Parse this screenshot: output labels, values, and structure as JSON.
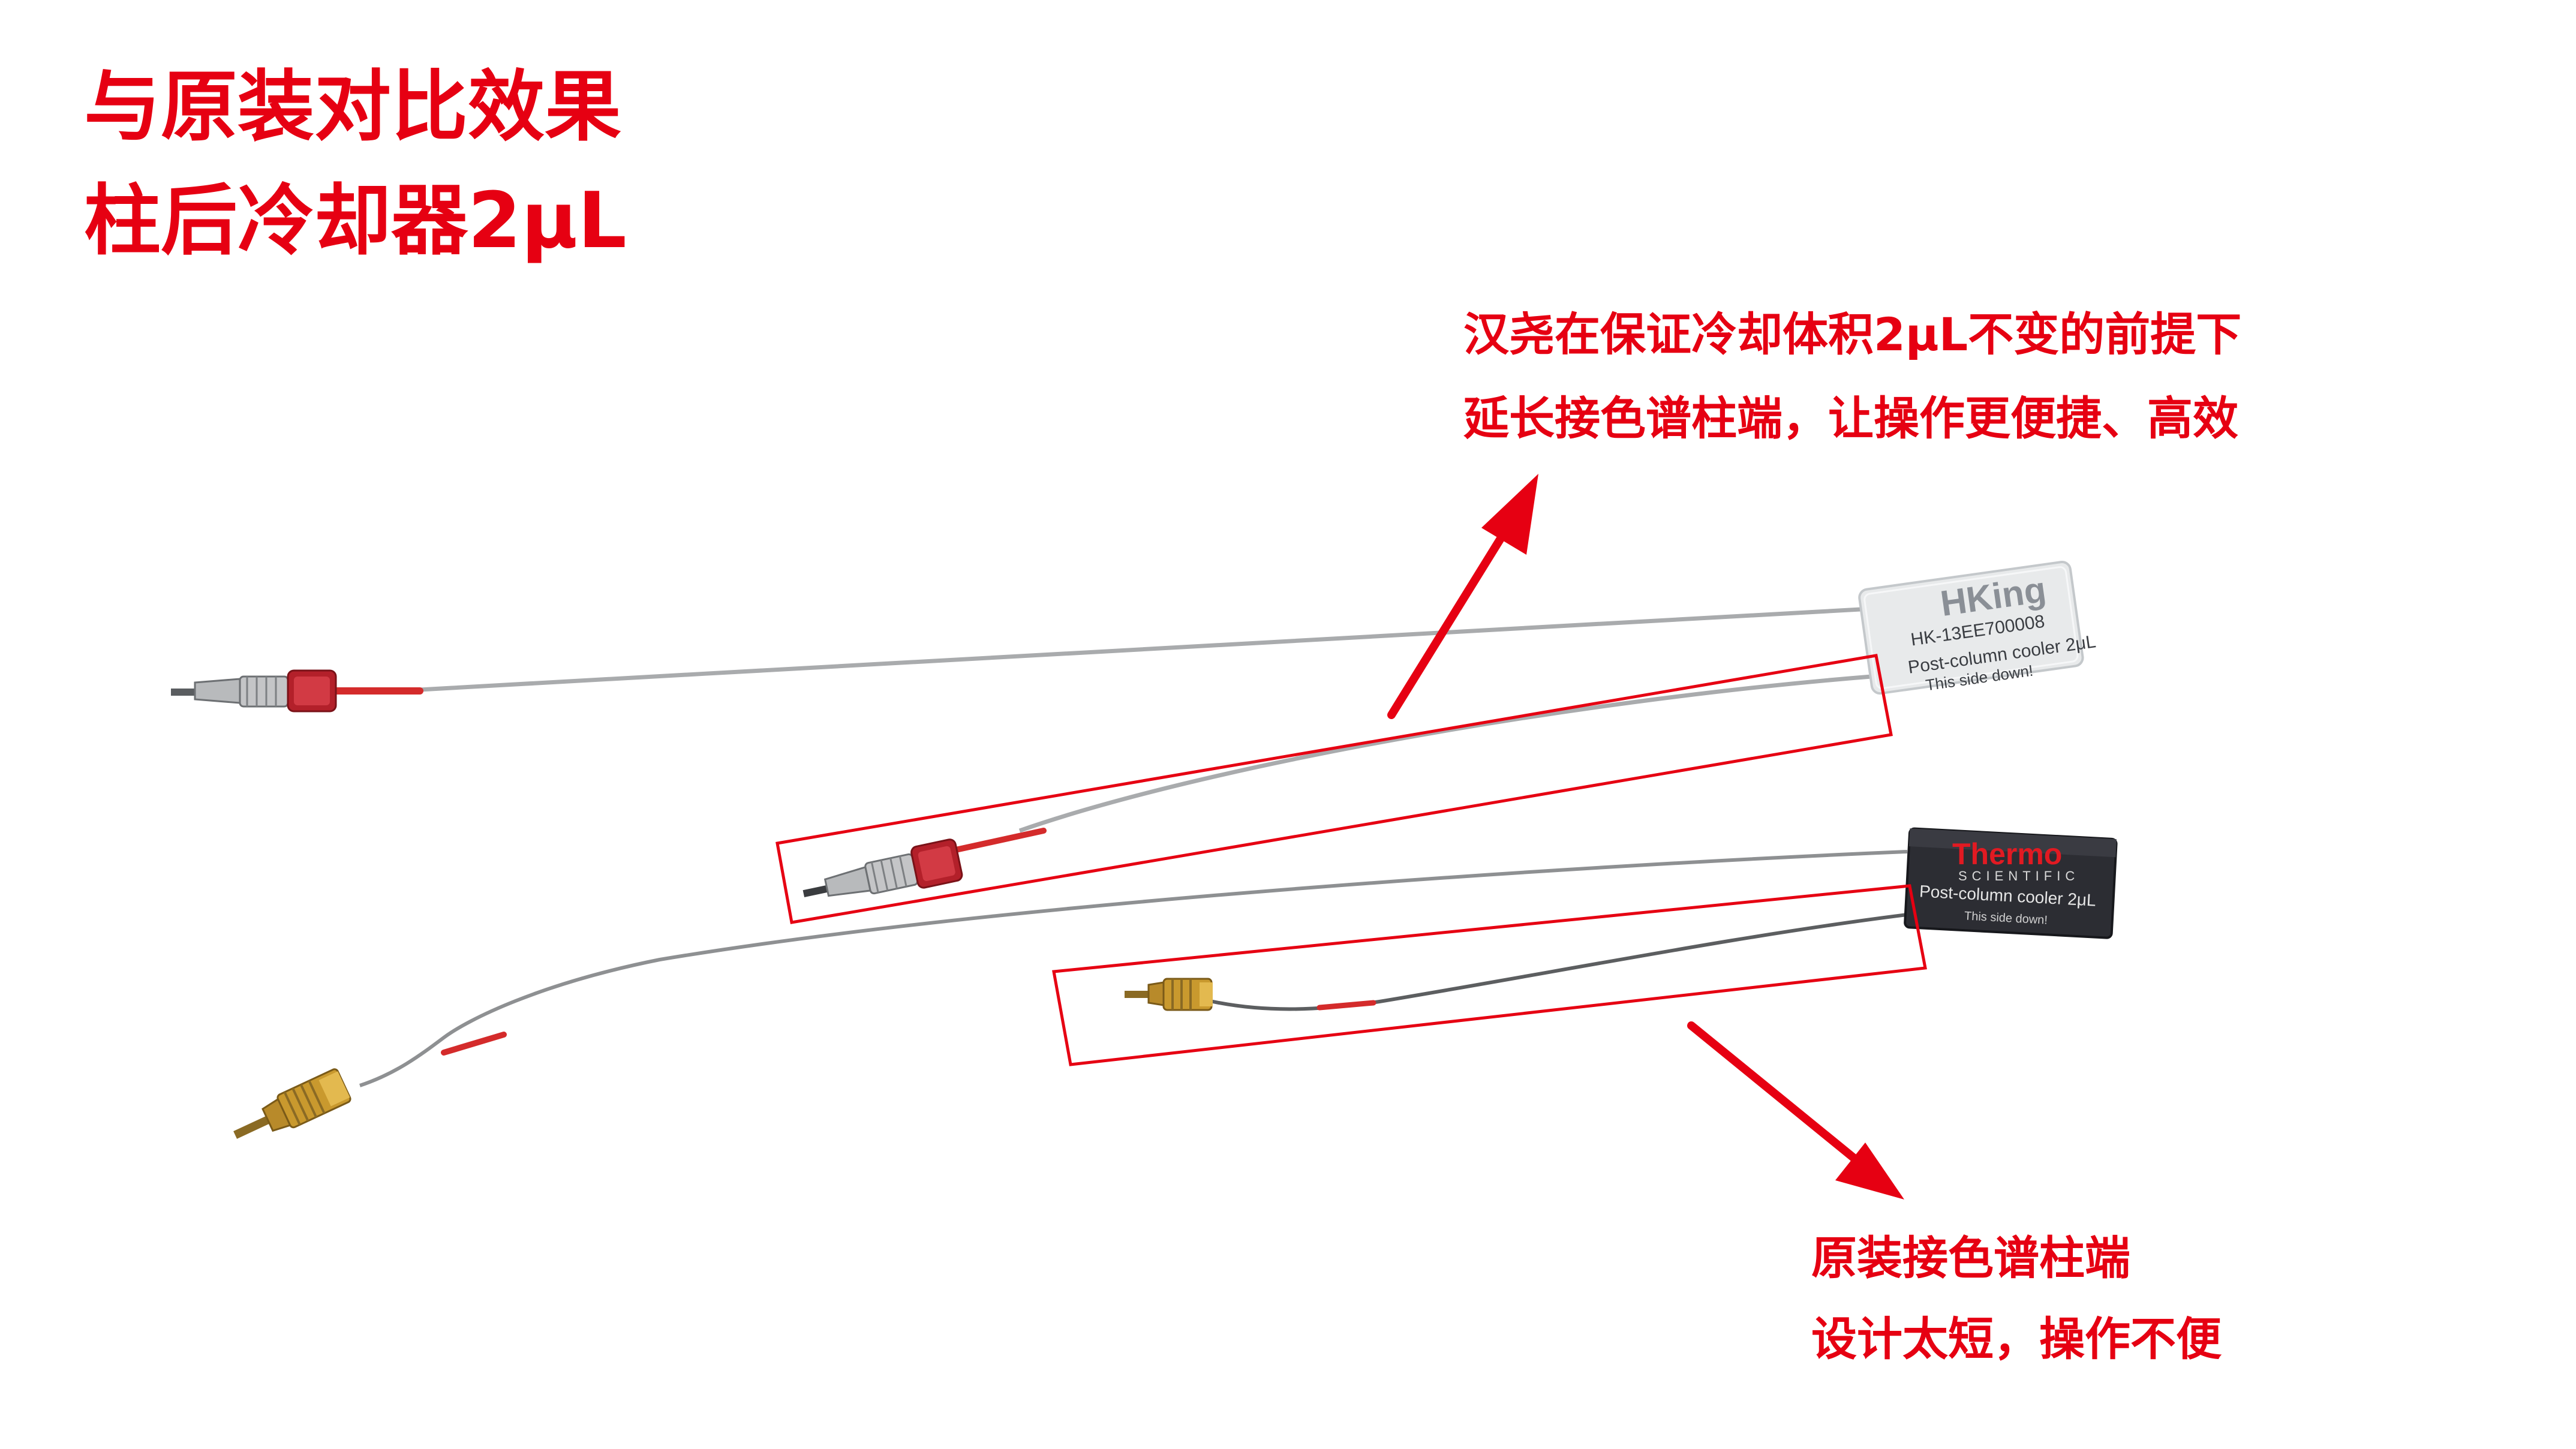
{
  "title": {
    "line1": "与原装对比效果",
    "line2": "柱后冷却器2μL"
  },
  "annotations": {
    "hanyao": {
      "line1": "汉尧在保证冷却体积2μL不变的前提下",
      "line2": "延长接色谱柱端，让操作更便捷、高效"
    },
    "original": {
      "line1": "原装接色谱柱端",
      "line2": "设计太短，操作不便"
    }
  },
  "devices": {
    "hk": {
      "logo": "HKing",
      "model": "HK-13EE700008",
      "description": "Post-column cooler 2μL",
      "note": "This side down!"
    },
    "thermo": {
      "brand": "Thermo",
      "sub": "SCIENTIFIC",
      "description": "Post-column cooler 2μL",
      "note": "This side down!"
    }
  },
  "colors": {
    "accent": "#e60012",
    "hk_body": "#e8eaeb",
    "thermo_body": "#2c2d33",
    "brass": "#c9992e",
    "steel": "#a9abad",
    "red_fitting": "#b3202a"
  }
}
